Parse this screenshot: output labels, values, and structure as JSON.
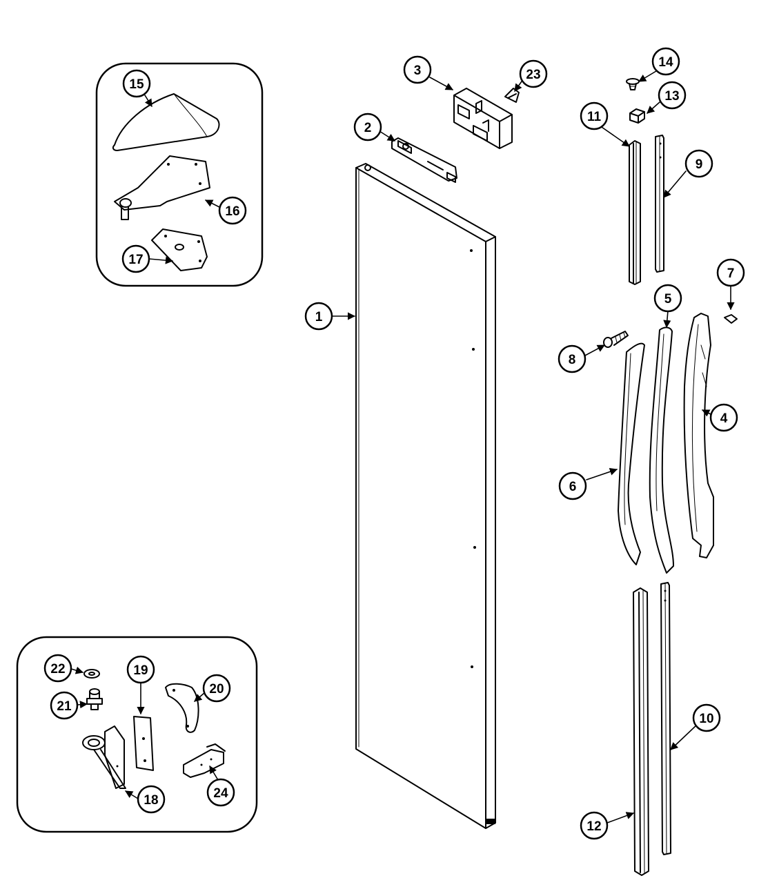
{
  "diagram": {
    "callouts": [
      {
        "id": "c1",
        "label": "1"
      },
      {
        "id": "c2",
        "label": "2"
      },
      {
        "id": "c3",
        "label": "3"
      },
      {
        "id": "c4",
        "label": "4"
      },
      {
        "id": "c5",
        "label": "5"
      },
      {
        "id": "c6",
        "label": "6"
      },
      {
        "id": "c7",
        "label": "7"
      },
      {
        "id": "c8",
        "label": "8"
      },
      {
        "id": "c9",
        "label": "9"
      },
      {
        "id": "c10",
        "label": "10"
      },
      {
        "id": "c11",
        "label": "11"
      },
      {
        "id": "c12",
        "label": "12"
      },
      {
        "id": "c13",
        "label": "13"
      },
      {
        "id": "c14",
        "label": "14"
      },
      {
        "id": "c15",
        "label": "15"
      },
      {
        "id": "c16",
        "label": "16"
      },
      {
        "id": "c17",
        "label": "17"
      },
      {
        "id": "c18",
        "label": "18"
      },
      {
        "id": "c19",
        "label": "19"
      },
      {
        "id": "c20",
        "label": "20"
      },
      {
        "id": "c21",
        "label": "21"
      },
      {
        "id": "c22",
        "label": "22"
      },
      {
        "id": "c23",
        "label": "23"
      },
      {
        "id": "c24",
        "label": "24"
      }
    ]
  }
}
